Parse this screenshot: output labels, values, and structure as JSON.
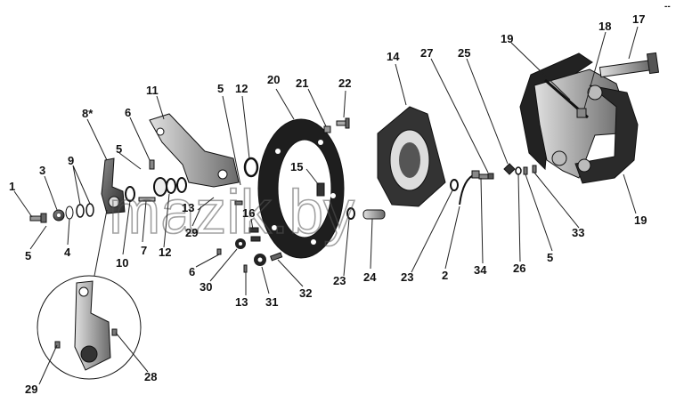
{
  "watermark": "mazik.by",
  "corner_mark": "--",
  "labels": {
    "l1": "1",
    "l2": "2",
    "l3": "3",
    "l4": "4",
    "l5a": "5",
    "l5b": "5",
    "l5c": "5",
    "l5d": "5",
    "l6a": "6",
    "l6b": "6",
    "l7": "7",
    "l8": "8*",
    "l9": "9",
    "l10": "10",
    "l11": "11",
    "l12a": "12",
    "l12b": "12",
    "l13a": "13",
    "l13b": "13",
    "l14": "14",
    "l15": "15",
    "l16": "16",
    "l17": "17",
    "l18": "18",
    "l19a": "19",
    "l19b": "19",
    "l20": "20",
    "l21": "21",
    "l22": "22",
    "l23a": "23",
    "l23b": "23",
    "l24": "24",
    "l25": "25",
    "l26": "26",
    "l27": "27",
    "l28": "28",
    "l29a": "29",
    "l29b": "29",
    "l30": "30",
    "l31": "31",
    "l32": "32",
    "l33": "33",
    "l34": "34"
  }
}
